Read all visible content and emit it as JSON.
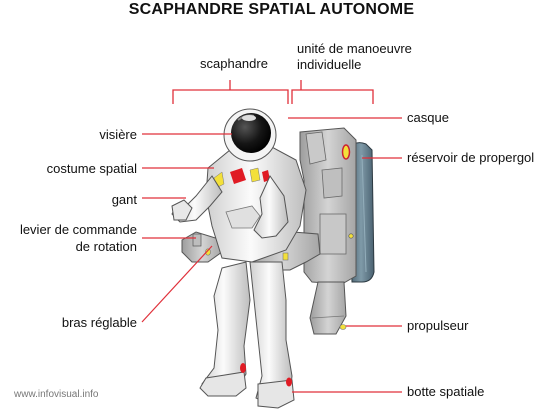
{
  "title": "SCAPHANDRE SPATIAL AUTONOME",
  "labels": {
    "scaphandre": "scaphandre",
    "manoeuvre_1": "unité de manoeuvre",
    "manoeuvre_2": "individuelle",
    "casque": "casque",
    "visiere": "visière",
    "reservoir": "réservoir de propergol",
    "costume": "costume spatial",
    "gant": "gant",
    "levier_1": "levier de commande",
    "levier_2": "de rotation",
    "bras": "bras réglable",
    "propulseur": "propulseur",
    "botte": "botte spatiale"
  },
  "watermark": "www.infovisual.info",
  "colors": {
    "leader": "#e0303a",
    "suit": "#eeeeee",
    "pack": "#b8b8b8",
    "tank": "#5f7a88",
    "accent_red": "#e01b24",
    "accent_yellow": "#f3e03a"
  }
}
